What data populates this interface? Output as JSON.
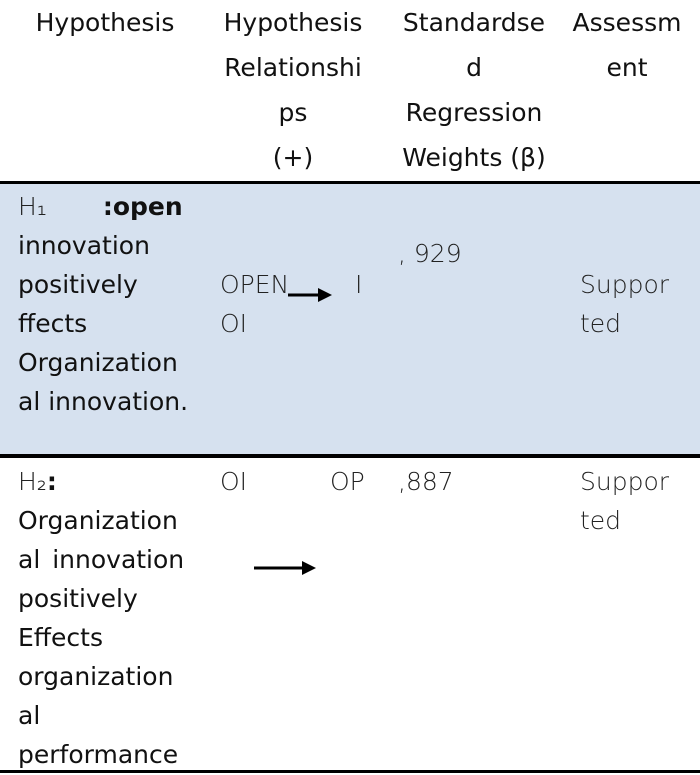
{
  "colors": {
    "row_highlight": "#d6e1ef",
    "rule": "#000000"
  },
  "header": {
    "hypothesis": "Hypothesis",
    "relationships_lines": [
      "Hypothesis",
      "Relationshi",
      "ps",
      "(+)"
    ],
    "weights_lines": [
      "Standardse",
      "d",
      "Regression",
      "Weights (β)"
    ],
    "assessment_lines": [
      "Assessm",
      "ent"
    ]
  },
  "rows": [
    {
      "label": "H₁",
      "statement_first": ":open",
      "statement_lines": [
        "innovation",
        "positively",
        "ffects",
        "Organization",
        "al innovation."
      ],
      "from_var": "OPEN",
      "from_var_line2": "OI",
      "to_var": "I",
      "arrow_icon": "right-arrow-icon",
      "weight": ", 929",
      "assessment_lines": [
        "Suppor",
        "ted"
      ]
    },
    {
      "label": "H₂",
      "statement_first": ":",
      "statement_lines": [
        "Organization",
        "al  innovation",
        "positively",
        "Effects",
        "organization",
        "al",
        "performance"
      ],
      "from_var": "OI",
      "to_var": "OP",
      "arrow_icon": "right-arrow-icon",
      "weight": ",887",
      "assessment_lines": [
        "Suppor",
        "ted"
      ]
    }
  ]
}
